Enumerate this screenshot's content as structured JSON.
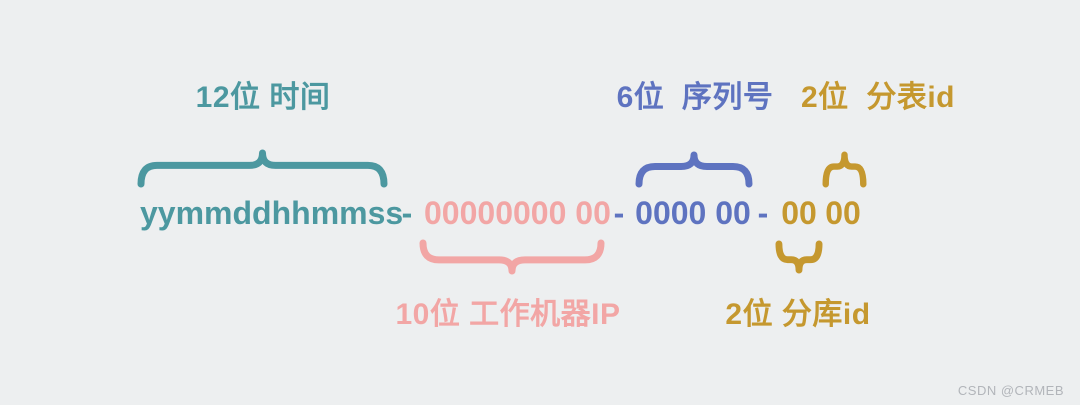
{
  "colors": {
    "teal": "#4C98A0",
    "pink": "#F2A6A5",
    "blue": "#5E73C0",
    "gold": "#C5982F",
    "watermark": "#B2B5BA",
    "background": "#EDEFF0"
  },
  "annotations": {
    "time": {
      "label": "12位 时间",
      "color": "teal"
    },
    "sequence": {
      "label": "6位  序列号",
      "color": "blue"
    },
    "table_id": {
      "label": "2位  分表id",
      "color": "gold"
    },
    "worker_ip": {
      "label": "10位 工作机器IP",
      "color": "pink"
    },
    "db_id": {
      "label": "2位 分库id",
      "color": "gold"
    }
  },
  "id_line": {
    "full": "yymmddhhmmss - 00000000 00 - 0000 00 - 00 00",
    "segments": [
      {
        "text": "yymmddhhmmss",
        "color": "teal"
      },
      {
        "text": "-",
        "color": "teal"
      },
      {
        "text": "00000000 00",
        "color": "pink"
      },
      {
        "text": "-",
        "color": "blue"
      },
      {
        "text": "0000 00",
        "color": "blue"
      },
      {
        "text": "-",
        "color": "blue"
      },
      {
        "text": "00",
        "color": "gold"
      },
      {
        "text": "00",
        "color": "gold"
      }
    ]
  },
  "watermark": "CSDN @CRMEB"
}
